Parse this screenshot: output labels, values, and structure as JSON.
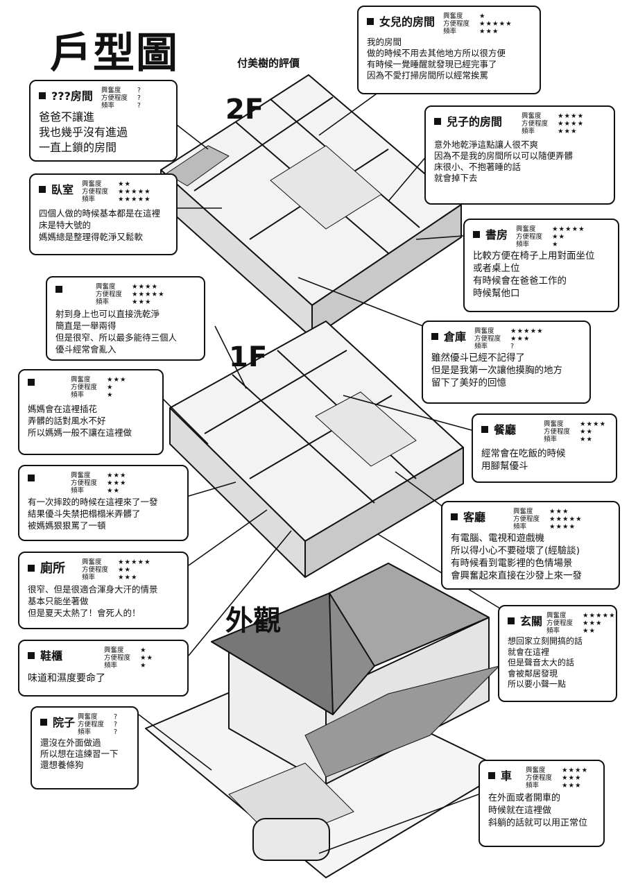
{
  "title": "戶型圖",
  "subtitle": "付美樹的評價",
  "floor_labels": [
    "2F",
    "1F",
    "外觀"
  ],
  "rating_labels": [
    "興奮度",
    "方便程度",
    "頻率"
  ],
  "boxes": [
    {
      "id": "daughter",
      "name": "女兒的房間",
      "ratings": [
        "★",
        "★★★★★",
        "★★★"
      ],
      "lines": [
        "我的房間",
        "做的時候不用去其他地方所以很方便",
        "有時候一覺睡醒就發現已經完事了",
        "因為不愛打掃房間所以經常挨罵"
      ]
    },
    {
      "id": "unknown",
      "name": "???房間",
      "ratings": [
        "?",
        "?",
        "?"
      ],
      "lines": [
        "爸爸不讓進",
        "我也幾乎沒有進過",
        "一直上鎖的房間"
      ]
    },
    {
      "id": "son",
      "name": "兒子的房間",
      "ratings": [
        "★★★★",
        "★★★★",
        "★★★"
      ],
      "lines": [
        "意外地乾淨這點讓人很不爽",
        "因為不是我的房間所以可以隨便弄髒",
        "床很小、不抱著睡的話",
        "就會掉下去"
      ]
    },
    {
      "id": "bedroom",
      "name": "臥室",
      "ratings": [
        "★★",
        "★★★★★",
        "★★★★★"
      ],
      "lines": [
        "四個人做的時候基本都是在這裡",
        "床是特大號的",
        "媽媽總是整理得乾淨又鬆軟"
      ]
    },
    {
      "id": "study",
      "name": "書房",
      "ratings": [
        "★★★★★",
        "★★",
        "★"
      ],
      "lines": [
        "比較方便在椅子上用對面坐位",
        "或者桌上位",
        "有時候會在爸爸工作的",
        "時候幫他口"
      ]
    },
    {
      "id": "bath",
      "name": "",
      "ratings": [
        "★★★★",
        "★★★★★",
        "★★★"
      ],
      "lines": [
        "射到身上也可以直接洗乾淨",
        "簡直是一舉兩得",
        "但是很窄、所以最多能待三個人",
        "優斗經常會亂入"
      ]
    },
    {
      "id": "storage",
      "name": "倉庫",
      "ratings": [
        "★★★★★",
        "★★★",
        "?"
      ],
      "lines": [
        "雖然優斗已經不記得了",
        "但是是我第一次讓他摸胸的地方",
        "留下了美好的回憶"
      ]
    },
    {
      "id": "japanese",
      "name": "",
      "ratings": [
        "★★★",
        "★",
        "★"
      ],
      "lines": [
        "媽媽會在這裡插花",
        "弄髒的話對風水不好",
        "所以媽媽一般不讓在這裡做"
      ]
    },
    {
      "id": "dining",
      "name": "餐廳",
      "ratings": [
        "★★★★",
        "★★",
        "★★"
      ],
      "lines": [
        "經常會在吃飯的時候",
        "用腳幫優斗"
      ]
    },
    {
      "id": "stairs",
      "name": "",
      "ratings": [
        "★★★",
        "★★★",
        "★★"
      ],
      "lines": [
        "有一次摔跤的時候在這裡來了一發",
        "結果優斗失禁把榻榻米弄髒了",
        "被媽媽狠狠罵了一頓"
      ]
    },
    {
      "id": "living",
      "name": "客廳",
      "ratings": [
        "★★★",
        "★★★★★",
        "★★★★"
      ],
      "lines": [
        "有電腦、電視和遊戲機",
        "所以得小心不要碰壞了(經驗談)",
        "有時候看到電影裡的色情場景",
        "會興奮起來直接在沙發上來一發"
      ]
    },
    {
      "id": "toilet",
      "name": "廁所",
      "ratings": [
        "★★★★★",
        "★★",
        "★★★"
      ],
      "lines": [
        "很窄、但是很適合渾身大汗的情景",
        "基本只能坐著做",
        "但是夏天太熱了！會死人的！"
      ]
    },
    {
      "id": "entrance",
      "name": "玄關",
      "ratings": [
        "★★★★★",
        "★★★",
        "★★"
      ],
      "lines": [
        "想回家立刻開搞的話",
        "就會在這裡",
        "但是聲音太大的話",
        "會被鄰居發現",
        "所以要小聲一點"
      ]
    },
    {
      "id": "shoes",
      "name": "鞋櫃",
      "ratings": [
        "★",
        "★★",
        "★"
      ],
      "lines": [
        "味道和濕度要命了"
      ]
    },
    {
      "id": "yard",
      "name": "院子",
      "ratings": [
        "?",
        "?",
        "?"
      ],
      "lines": [
        "還沒在外面做過",
        "所以想在這練習一下",
        "還想養條狗"
      ]
    },
    {
      "id": "car",
      "name": "車",
      "ratings": [
        "★★★★",
        "★★★",
        "★★★"
      ],
      "lines": [
        "在外面或者開車的",
        "時候就在這裡做",
        "斜躺的話就可以用正常位"
      ]
    }
  ]
}
